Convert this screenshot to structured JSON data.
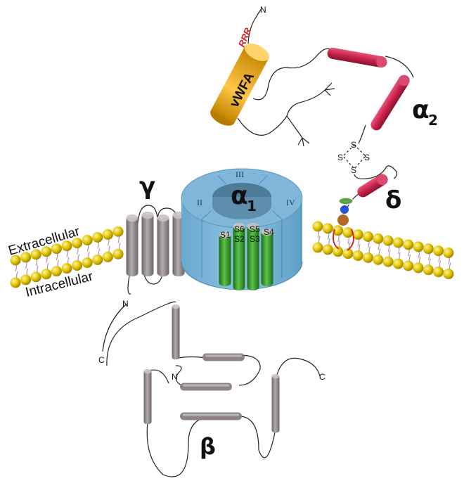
{
  "labels": {
    "alpha1": "α",
    "alpha1_sub": "1",
    "alpha2": "α",
    "alpha2_sub": "2",
    "gamma": "γ",
    "delta": "δ",
    "beta": "β",
    "extracellular": "Extracellular",
    "intracellular": "Intracellular",
    "vwfa": "vWFA",
    "rrr": "RRR",
    "n_alpha2": "N",
    "n_gamma": "N",
    "c_gamma": "C",
    "n_beta": "N",
    "c_beta": "C",
    "ss1": "S",
    "ss2": "S",
    "ss3": "S",
    "ss4": "S",
    "domain_i": "II",
    "domain_iii": "III",
    "domain_iv": "IV",
    "s1": "S1",
    "s2": "S2",
    "s3": "S3",
    "s4": "S4",
    "s5": "S5",
    "s6": "S6"
  },
  "colors": {
    "ring": "#7fb6d9",
    "ring_dark": "#5f9fc6",
    "green": "#2f9a2a",
    "crimson": "#c8234a",
    "gray_helix": "#8c8486",
    "vwfa": "#f2a900",
    "lipid_head": "#e2c200",
    "rrr": "#cc1f1f"
  }
}
